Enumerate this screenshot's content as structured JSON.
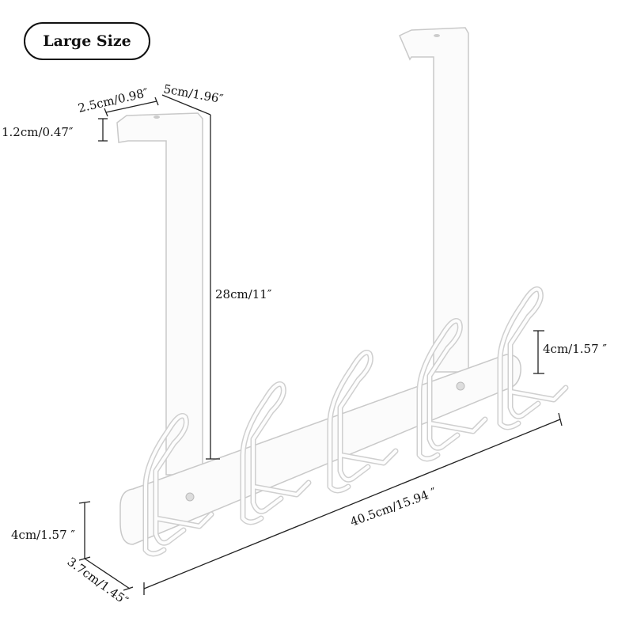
{
  "badge": {
    "label": "Large Size"
  },
  "dimensions": {
    "top_depth": "2.5cm/0.98″",
    "top_width": "5cm/1.96″",
    "top_height": "1.2cm/0.47″",
    "drop_length": "28cm/11″",
    "hook_height_right": "4cm/1.57 ″",
    "rail_length": "40.5cm/15.94 ″",
    "hook_height_left": "4cm/1.57 ″",
    "hook_depth": "3.7cm/1.45″"
  }
}
